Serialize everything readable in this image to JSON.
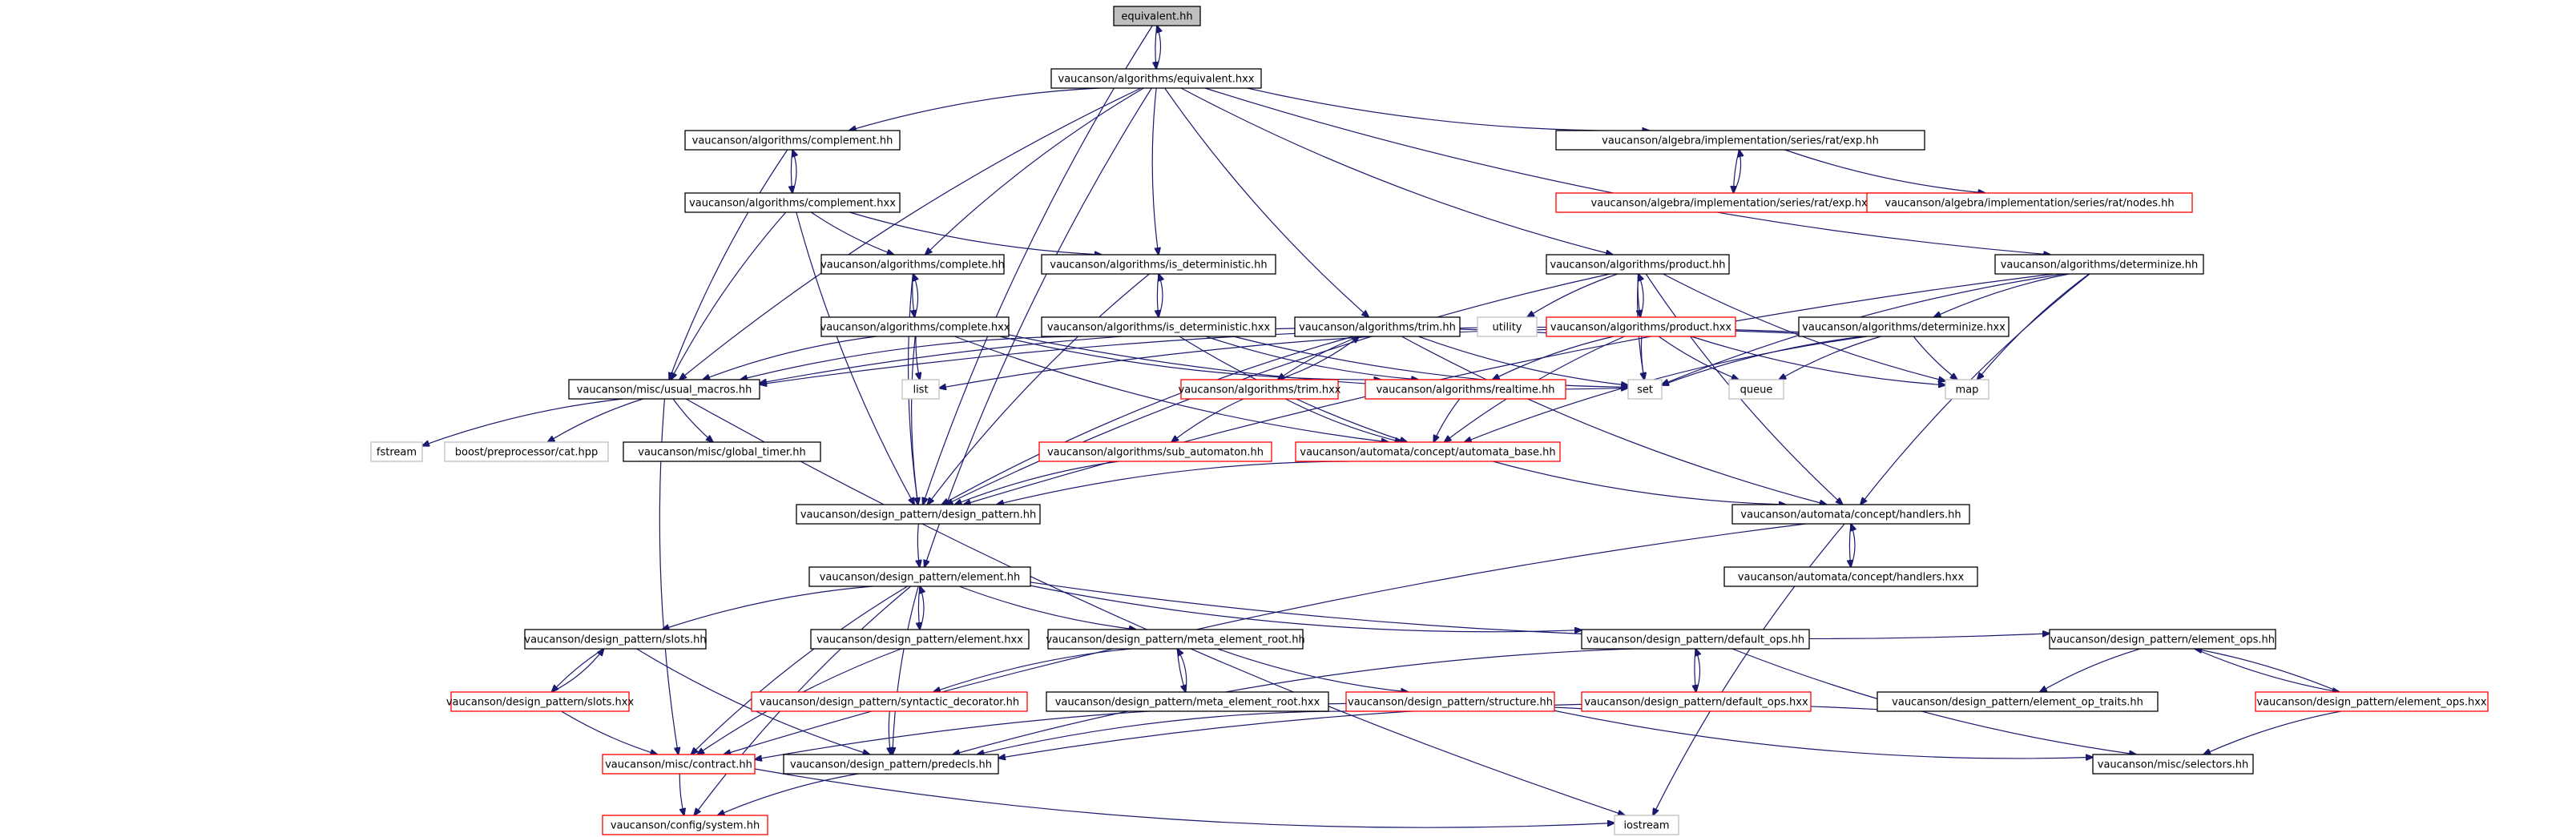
{
  "colors": {
    "edge": "#191970",
    "root_fill": "#bfbfbf",
    "normal_border": "#000000",
    "incomplete_border": "#ff0000",
    "external_border": "#bfbfbf"
  },
  "nodes": {
    "equivalent_hh": {
      "label": "equivalent.hh",
      "style": "root"
    },
    "equivalent_hxx": {
      "label": "vaucanson/algorithms/equivalent.hxx",
      "style": "normal"
    },
    "complement_hh": {
      "label": "vaucanson/algorithms/complement.hh",
      "style": "normal"
    },
    "complement_hxx": {
      "label": "vaucanson/algorithms/complement.hxx",
      "style": "normal"
    },
    "exp_hh": {
      "label": "vaucanson/algebra/implementation/series/rat/exp.hh",
      "style": "normal"
    },
    "exp_hxx": {
      "label": "vaucanson/algebra/implementation/series/rat/exp.hxx",
      "style": "incomplete"
    },
    "nodes_hh": {
      "label": "vaucanson/algebra/implementation/series/rat/nodes.hh",
      "style": "incomplete"
    },
    "complete_hh": {
      "label": "vaucanson/algorithms/complete.hh",
      "style": "normal"
    },
    "is_det_hh": {
      "label": "vaucanson/algorithms/is_deterministic.hh",
      "style": "normal"
    },
    "product_hh": {
      "label": "vaucanson/algorithms/product.hh",
      "style": "normal"
    },
    "determinize_hh": {
      "label": "vaucanson/algorithms/determinize.hh",
      "style": "normal"
    },
    "complete_hxx": {
      "label": "vaucanson/algorithms/complete.hxx",
      "style": "normal"
    },
    "is_det_hxx": {
      "label": "vaucanson/algorithms/is_deterministic.hxx",
      "style": "normal"
    },
    "trim_hh": {
      "label": "vaucanson/algorithms/trim.hh",
      "style": "normal"
    },
    "utility": {
      "label": "utility",
      "style": "external"
    },
    "product_hxx": {
      "label": "vaucanson/algorithms/product.hxx",
      "style": "incomplete"
    },
    "determinize_hxx": {
      "label": "vaucanson/algorithms/determinize.hxx",
      "style": "normal"
    },
    "usual_macros": {
      "label": "vaucanson/misc/usual_macros.hh",
      "style": "normal"
    },
    "list": {
      "label": "list",
      "style": "external"
    },
    "trim_hxx": {
      "label": "vaucanson/algorithms/trim.hxx",
      "style": "incomplete"
    },
    "realtime_hh": {
      "label": "vaucanson/algorithms/realtime.hh",
      "style": "incomplete"
    },
    "set": {
      "label": "set",
      "style": "external"
    },
    "queue": {
      "label": "queue",
      "style": "external"
    },
    "map": {
      "label": "map",
      "style": "external"
    },
    "fstream": {
      "label": "fstream",
      "style": "external"
    },
    "boost_cat": {
      "label": "boost/preprocessor/cat.hpp",
      "style": "external"
    },
    "global_timer": {
      "label": "vaucanson/misc/global_timer.hh",
      "style": "normal"
    },
    "sub_automaton": {
      "label": "vaucanson/algorithms/sub_automaton.hh",
      "style": "incomplete"
    },
    "automata_base": {
      "label": "vaucanson/automata/concept/automata_base.hh",
      "style": "incomplete"
    },
    "design_pattern": {
      "label": "vaucanson/design_pattern/design_pattern.hh",
      "style": "normal"
    },
    "handlers_hh": {
      "label": "vaucanson/automata/concept/handlers.hh",
      "style": "normal"
    },
    "handlers_hxx": {
      "label": "vaucanson/automata/concept/handlers.hxx",
      "style": "normal"
    },
    "element_hh": {
      "label": "vaucanson/design_pattern/element.hh",
      "style": "normal"
    },
    "slots_hh": {
      "label": "vaucanson/design_pattern/slots.hh",
      "style": "normal"
    },
    "element_hxx": {
      "label": "vaucanson/design_pattern/element.hxx",
      "style": "normal"
    },
    "meta_root_hh": {
      "label": "vaucanson/design_pattern/meta_element_root.hh",
      "style": "normal"
    },
    "default_ops_hh": {
      "label": "vaucanson/design_pattern/default_ops.hh",
      "style": "normal"
    },
    "element_ops_hh": {
      "label": "vaucanson/design_pattern/element_ops.hh",
      "style": "normal"
    },
    "slots_hxx": {
      "label": "vaucanson/design_pattern/slots.hxx",
      "style": "incomplete"
    },
    "syntactic_decorator": {
      "label": "vaucanson/design_pattern/syntactic_decorator.hh",
      "style": "incomplete"
    },
    "meta_root_hxx": {
      "label": "vaucanson/design_pattern/meta_element_root.hxx",
      "style": "normal"
    },
    "structure_hh": {
      "label": "vaucanson/design_pattern/structure.hh",
      "style": "incomplete"
    },
    "default_ops_hxx": {
      "label": "vaucanson/design_pattern/default_ops.hxx",
      "style": "incomplete"
    },
    "element_op_traits": {
      "label": "vaucanson/design_pattern/element_op_traits.hh",
      "style": "normal"
    },
    "element_ops_hxx": {
      "label": "vaucanson/design_pattern/element_ops.hxx",
      "style": "incomplete"
    },
    "contract_hh": {
      "label": "vaucanson/misc/contract.hh",
      "style": "incomplete"
    },
    "predecls_hh": {
      "label": "vaucanson/design_pattern/predecls.hh",
      "style": "normal"
    },
    "selectors_hh": {
      "label": "vaucanson/misc/selectors.hh",
      "style": "normal"
    },
    "system_hh": {
      "label": "vaucanson/config/system.hh",
      "style": "incomplete"
    },
    "iostream": {
      "label": "iostream",
      "style": "external"
    }
  },
  "edges": [
    [
      "equivalent_hh",
      "equivalent_hxx"
    ],
    [
      "equivalent_hxx",
      "equivalent_hh"
    ],
    [
      "equivalent_hh",
      "design_pattern"
    ],
    [
      "equivalent_hxx",
      "complement_hh"
    ],
    [
      "equivalent_hxx",
      "exp_hh"
    ],
    [
      "equivalent_hxx",
      "complete_hh"
    ],
    [
      "equivalent_hxx",
      "is_det_hh"
    ],
    [
      "equivalent_hxx",
      "product_hh"
    ],
    [
      "equivalent_hxx",
      "determinize_hh"
    ],
    [
      "equivalent_hxx",
      "trim_hh"
    ],
    [
      "equivalent_hxx",
      "usual_macros"
    ],
    [
      "equivalent_hxx",
      "element_hh"
    ],
    [
      "complement_hh",
      "complement_hxx"
    ],
    [
      "complement_hxx",
      "complement_hh"
    ],
    [
      "complement_hh",
      "usual_macros"
    ],
    [
      "complement_hxx",
      "complete_hh"
    ],
    [
      "complement_hxx",
      "is_det_hh"
    ],
    [
      "complement_hxx",
      "usual_macros"
    ],
    [
      "complement_hxx",
      "design_pattern"
    ],
    [
      "exp_hh",
      "exp_hxx"
    ],
    [
      "exp_hxx",
      "exp_hh"
    ],
    [
      "exp_hh",
      "nodes_hh"
    ],
    [
      "complete_hh",
      "complete_hxx"
    ],
    [
      "complete_hxx",
      "complete_hh"
    ],
    [
      "complete_hh",
      "design_pattern"
    ],
    [
      "is_det_hh",
      "is_det_hxx"
    ],
    [
      "is_det_hxx",
      "is_det_hh"
    ],
    [
      "is_det_hh",
      "design_pattern"
    ],
    [
      "product_hh",
      "product_hxx"
    ],
    [
      "product_hxx",
      "product_hh"
    ],
    [
      "product_hh",
      "utility"
    ],
    [
      "product_hh",
      "map"
    ],
    [
      "product_hh",
      "set"
    ],
    [
      "product_hh",
      "design_pattern"
    ],
    [
      "product_hh",
      "handlers_hh"
    ],
    [
      "determinize_hh",
      "determinize_hxx"
    ],
    [
      "determinize_hh",
      "map"
    ],
    [
      "determinize_hh",
      "set"
    ],
    [
      "determinize_hh",
      "design_pattern"
    ],
    [
      "determinize_hh",
      "handlers_hh"
    ],
    [
      "complete_hxx",
      "usual_macros"
    ],
    [
      "complete_hxx",
      "list"
    ],
    [
      "complete_hxx",
      "set"
    ],
    [
      "complete_hxx",
      "realtime_hh"
    ],
    [
      "complete_hxx",
      "automata_base"
    ],
    [
      "complete_hxx",
      "design_pattern"
    ],
    [
      "is_det_hxx",
      "usual_macros"
    ],
    [
      "is_det_hxx",
      "set"
    ],
    [
      "is_det_hxx",
      "automata_base"
    ],
    [
      "is_det_hxx",
      "realtime_hh"
    ],
    [
      "trim_hh",
      "trim_hxx"
    ],
    [
      "trim_hxx",
      "trim_hh"
    ],
    [
      "trim_hh",
      "set"
    ],
    [
      "trim_hh",
      "design_pattern"
    ],
    [
      "trim_hh",
      "handlers_hh"
    ],
    [
      "trim_hxx",
      "sub_automaton"
    ],
    [
      "trim_hxx",
      "automata_base"
    ],
    [
      "product_hxx",
      "set"
    ],
    [
      "product_hxx",
      "queue"
    ],
    [
      "product_hxx",
      "map"
    ],
    [
      "product_hxx",
      "usual_macros"
    ],
    [
      "product_hxx",
      "realtime_hh"
    ],
    [
      "product_hxx",
      "automata_base"
    ],
    [
      "determinize_hxx",
      "usual_macros"
    ],
    [
      "determinize_hxx",
      "list"
    ],
    [
      "determinize_hxx",
      "set"
    ],
    [
      "determinize_hxx",
      "queue"
    ],
    [
      "determinize_hxx",
      "map"
    ],
    [
      "determinize_hxx",
      "automata_base"
    ],
    [
      "usual_macros",
      "fstream"
    ],
    [
      "usual_macros",
      "boost_cat"
    ],
    [
      "usual_macros",
      "global_timer"
    ],
    [
      "usual_macros",
      "contract_hh"
    ],
    [
      "usual_macros",
      "iostream"
    ],
    [
      "realtime_hh",
      "automata_base"
    ],
    [
      "sub_automaton",
      "design_pattern"
    ],
    [
      "automata_base",
      "design_pattern"
    ],
    [
      "automata_base",
      "handlers_hh"
    ],
    [
      "handlers_hh",
      "handlers_hxx"
    ],
    [
      "handlers_hxx",
      "handlers_hh"
    ],
    [
      "handlers_hh",
      "iostream"
    ],
    [
      "handlers_hh",
      "contract_hh"
    ],
    [
      "design_pattern",
      "element_hh"
    ],
    [
      "element_hh",
      "element_hxx"
    ],
    [
      "element_hxx",
      "element_hh"
    ],
    [
      "element_hh",
      "slots_hh"
    ],
    [
      "element_hh",
      "meta_root_hh"
    ],
    [
      "element_hh",
      "default_ops_hh"
    ],
    [
      "element_hh",
      "element_ops_hh"
    ],
    [
      "element_hh",
      "predecls_hh"
    ],
    [
      "element_hh",
      "contract_hh"
    ],
    [
      "element_hh",
      "system_hh"
    ],
    [
      "slots_hh",
      "slots_hxx"
    ],
    [
      "slots_hxx",
      "slots_hh"
    ],
    [
      "slots_hh",
      "predecls_hh"
    ],
    [
      "slots_hxx",
      "contract_hh"
    ],
    [
      "element_hxx",
      "contract_hh"
    ],
    [
      "meta_root_hh",
      "meta_root_hxx"
    ],
    [
      "meta_root_hxx",
      "meta_root_hh"
    ],
    [
      "meta_root_hh",
      "syntactic_decorator"
    ],
    [
      "meta_root_hh",
      "structure_hh"
    ],
    [
      "syntactic_decorator",
      "predecls_hh"
    ],
    [
      "structure_hh",
      "predecls_hh"
    ],
    [
      "structure_hh",
      "selectors_hh"
    ],
    [
      "default_ops_hh",
      "default_ops_hxx"
    ],
    [
      "default_ops_hxx",
      "default_ops_hh"
    ],
    [
      "default_ops_hh",
      "predecls_hh"
    ],
    [
      "default_ops_hh",
      "selectors_hh"
    ],
    [
      "default_ops_hxx",
      "contract_hh"
    ],
    [
      "element_ops_hh",
      "element_ops_hxx"
    ],
    [
      "element_ops_hxx",
      "element_ops_hh"
    ],
    [
      "element_ops_hh",
      "element_op_traits"
    ],
    [
      "element_ops_hxx",
      "selectors_hh"
    ],
    [
      "element_op_traits",
      "predecls_hh"
    ],
    [
      "contract_hh",
      "system_hh"
    ],
    [
      "contract_hh",
      "iostream"
    ],
    [
      "predecls_hh",
      "system_hh"
    ]
  ]
}
